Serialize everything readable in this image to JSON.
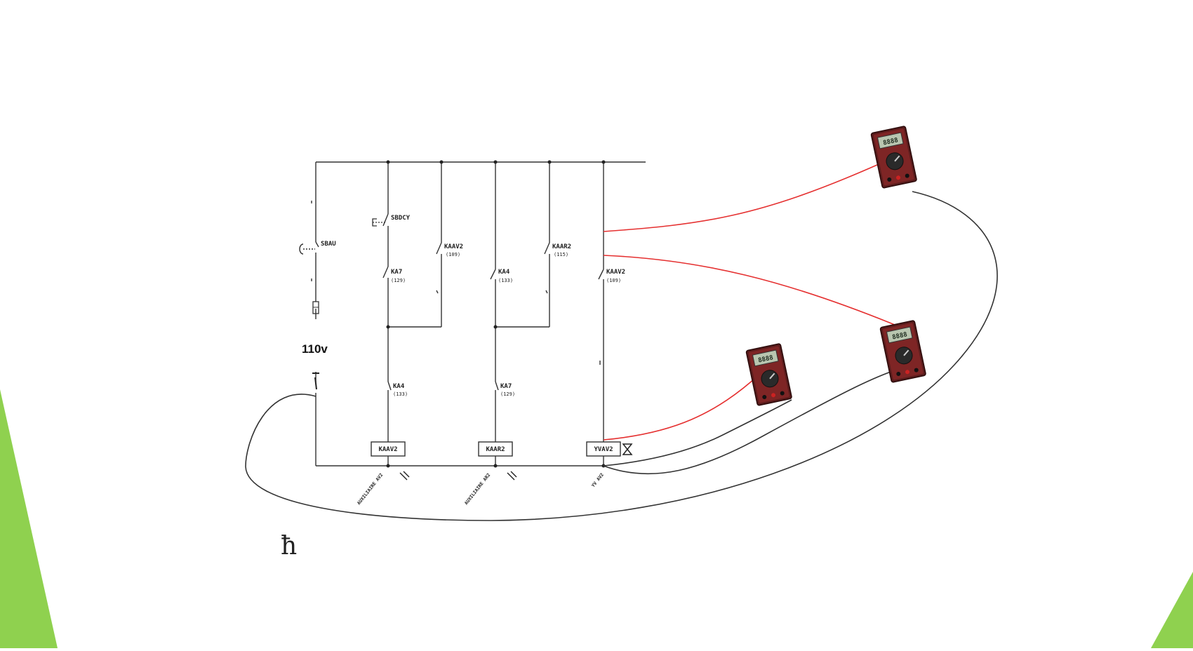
{
  "slide": {
    "accent_color": "#8fd14f",
    "background": "#ffffff"
  },
  "circuit": {
    "supply_voltage": "110v",
    "contacts": {
      "sbau": "SBAU",
      "sbdcy": "SBDCY",
      "kaav2_a": "KAAV2",
      "kaav2_a_ref": "(109)",
      "ka7_a": "KA7",
      "ka7_a_ref": "(129)",
      "ka4_a": "KA4",
      "ka4_a_ref": "(133)",
      "kaar2": "KAAR2",
      "kaar2_ref": "(115)",
      "kaav2_b": "KAAV2",
      "kaav2_b_ref": "(109)",
      "ka4_b": "KA4",
      "ka4_b_ref": "(133)",
      "ka7_b": "KA7",
      "ka7_b_ref": "(129)"
    },
    "coils": {
      "kaav2": "KAAV2",
      "kaar2": "KAAR2",
      "yvav2": "YVAV2"
    },
    "bottom_labels": {
      "aux_av2": "AUXILIAIRE AV2",
      "aux_ar2": "AUXILIAIRE AR2",
      "yv_av2": "YV AV2"
    },
    "wire_colors": {
      "positive": "#e53030",
      "negative": "#333333"
    }
  },
  "multimeters": [
    {
      "id": "meter-1",
      "display": "8888"
    },
    {
      "id": "meter-2",
      "display": "8888"
    },
    {
      "id": "meter-3",
      "display": "8888"
    }
  ]
}
